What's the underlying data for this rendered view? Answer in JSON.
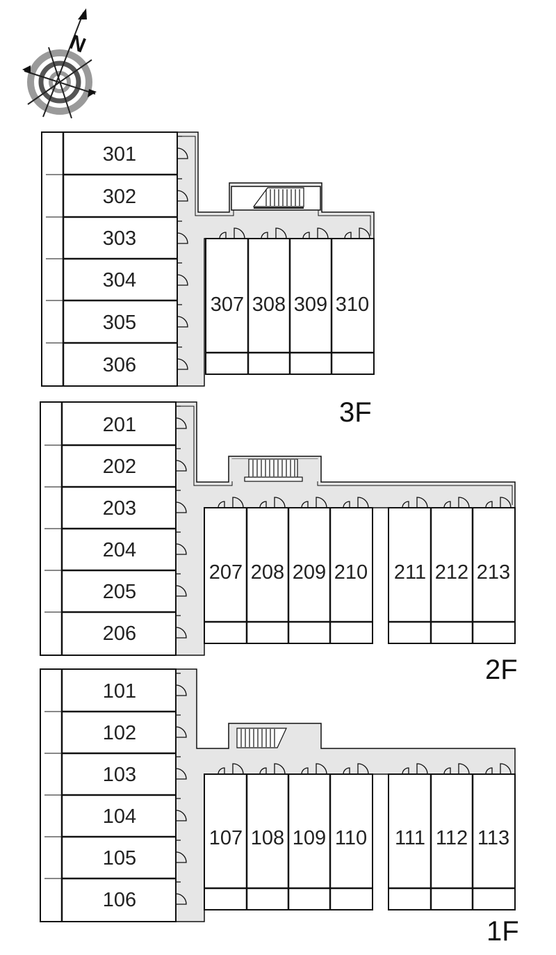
{
  "compass": {
    "north_label": "N",
    "icon": "compass-rose-icon"
  },
  "floors": [
    {
      "label": "3F",
      "west_units": [
        "301",
        "302",
        "303",
        "304",
        "305",
        "306"
      ],
      "south_units": [
        "307",
        "308",
        "309",
        "310"
      ]
    },
    {
      "label": "2F",
      "west_units": [
        "201",
        "202",
        "203",
        "204",
        "205",
        "206"
      ],
      "south_units": [
        "207",
        "208",
        "209",
        "210",
        "211",
        "212",
        "213"
      ]
    },
    {
      "label": "1F",
      "west_units": [
        "101",
        "102",
        "103",
        "104",
        "105",
        "106"
      ],
      "south_units": [
        "107",
        "108",
        "109",
        "110",
        "111",
        "112",
        "113"
      ]
    }
  ],
  "colors": {
    "corridor": "#e6e6e6",
    "wall": "#111111",
    "compass_gray": "#999999"
  }
}
